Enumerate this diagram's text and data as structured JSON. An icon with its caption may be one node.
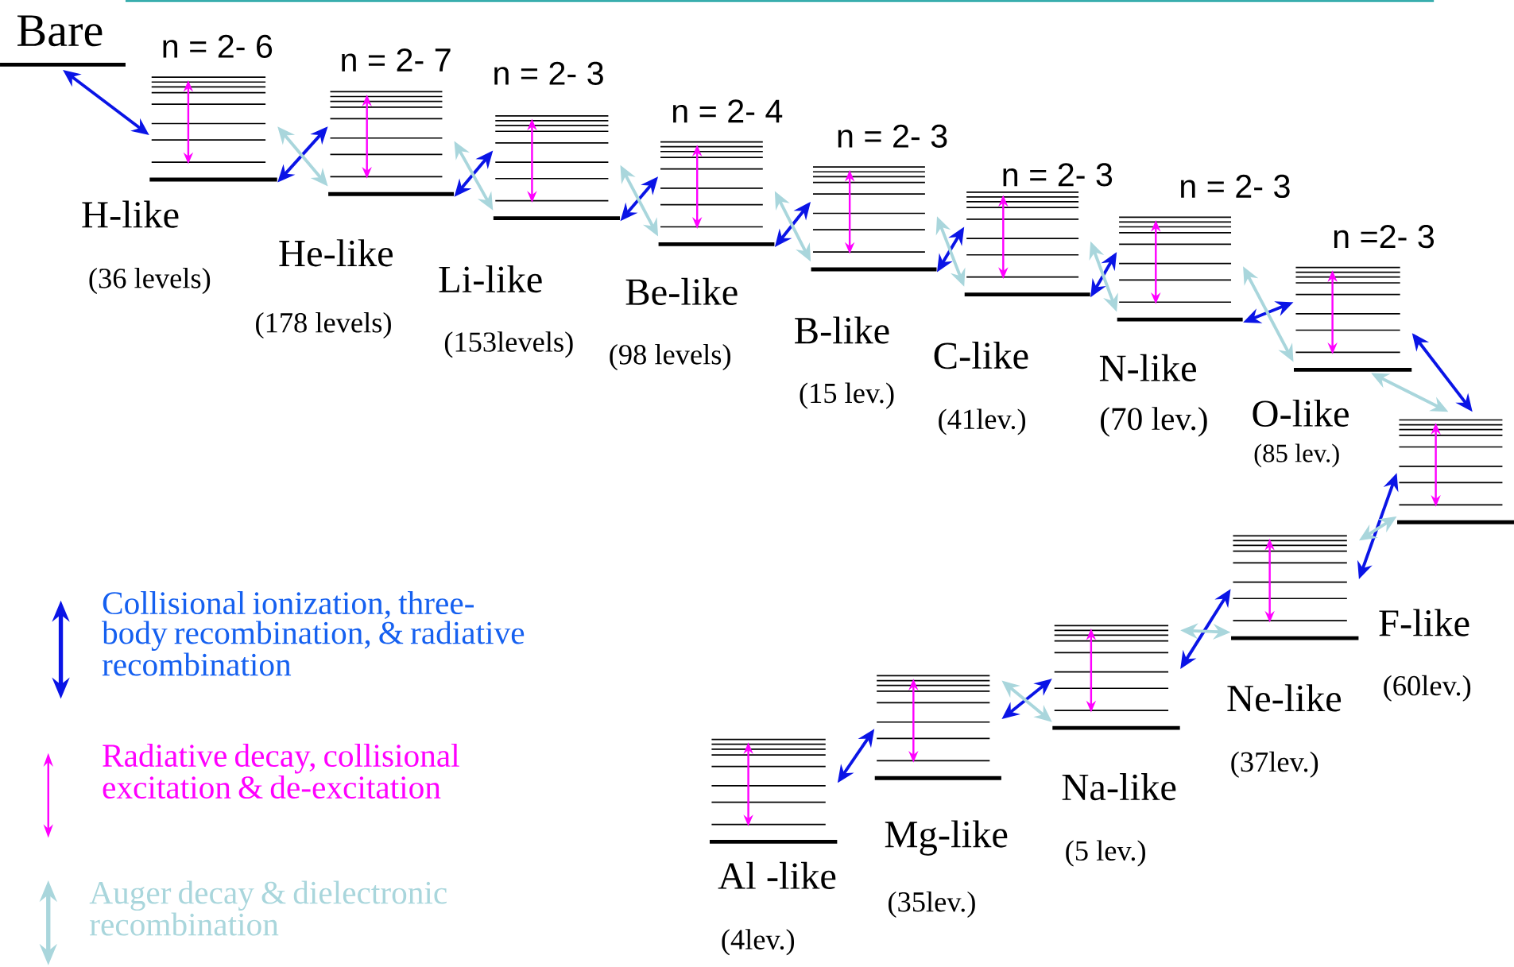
{
  "diagram": {
    "nodes": [
      {
        "text": [
          "Bare"
        ]
      },
      {
        "text": [
          "n = 2- 6",
          "H-like",
          "(36 levels)"
        ]
      },
      {
        "text": [
          "n = 2- 7",
          "He-like",
          "(178 levels)"
        ]
      },
      {
        "text": [
          "n = 2- 3",
          "Li-like",
          "(153levels)"
        ]
      },
      {
        "text": [
          "n = 2- 4",
          "Be-like",
          "(98 levels)"
        ]
      },
      {
        "text": [
          "n = 2- 3",
          "B-like",
          "(15 lev.)"
        ]
      },
      {
        "text": [
          "n = 2- 3",
          "C-like",
          "(41lev.)"
        ]
      },
      {
        "text": [
          "n = 2- 3",
          "N-like",
          "(70 lev.)"
        ]
      },
      {
        "text": [
          "n =2- 3",
          "O-like",
          "(85 lev.)"
        ]
      },
      {
        "text": [
          "F-like",
          "(60lev.)"
        ]
      },
      {
        "text": [
          "Ne-like",
          "(37lev.)"
        ]
      },
      {
        "text": [
          "Na-like",
          "(5 lev.)"
        ]
      },
      {
        "text": [
          "Mg-like",
          "(35lev.)"
        ]
      },
      {
        "text": [
          "Al -like",
          "(4lev.)"
        ]
      }
    ],
    "edges": [
      {
        "from": 0,
        "to": 1,
        "arrow": "both"
      },
      {
        "from": 1,
        "to": 2,
        "arrow": "both"
      },
      {
        "from": 1,
        "to": 2,
        "arrow": "both",
        "color": "#a9d6dc"
      },
      {
        "from": 2,
        "to": 3,
        "arrow": "both"
      },
      {
        "from": 2,
        "to": 3,
        "arrow": "both",
        "color": "#a9d6dc"
      },
      {
        "from": 3,
        "to": 4,
        "arrow": "both"
      },
      {
        "from": 3,
        "to": 4,
        "arrow": "both",
        "color": "#a9d6dc"
      },
      {
        "from": 4,
        "to": 5,
        "arrow": "both"
      },
      {
        "from": 4,
        "to": 5,
        "arrow": "both",
        "color": "#a9d6dc"
      },
      {
        "from": 5,
        "to": 6,
        "arrow": "both"
      },
      {
        "from": 5,
        "to": 6,
        "arrow": "both",
        "color": "#a9d6dc"
      },
      {
        "from": 6,
        "to": 7,
        "arrow": "both"
      },
      {
        "from": 6,
        "to": 7,
        "arrow": "both",
        "color": "#a9d6dc"
      },
      {
        "from": 7,
        "to": 8,
        "arrow": "both"
      },
      {
        "from": 7,
        "to": 8,
        "arrow": "both",
        "color": "#a9d6dc"
      },
      {
        "from": 8,
        "to": 9,
        "arrow": "both"
      },
      {
        "from": 8,
        "to": 9,
        "arrow": "both",
        "color": "#a9d6dc"
      },
      {
        "from": 9,
        "to": 10,
        "arrow": "both"
      },
      {
        "from": 9,
        "to": 10,
        "arrow": "both",
        "color": "#a9d6dc"
      },
      {
        "from": 10,
        "to": 11,
        "arrow": "both"
      },
      {
        "from": 10,
        "to": 11,
        "arrow": "both",
        "color": "#a9d6dc"
      },
      {
        "from": 11,
        "to": 12,
        "arrow": "both"
      },
      {
        "from": 11,
        "to": 12,
        "arrow": "both",
        "color": "#a9d6dc"
      },
      {
        "from": 12,
        "to": 13,
        "arrow": "both"
      }
    ],
    "legend": [
      {
        "text": "Collisional ionization, three-body recombination, & radiative recombination"
      },
      {
        "text": "Radiative decay, collisional excitation & de-excitation"
      },
      {
        "text": "Auger decay & dielectronic recombination"
      }
    ]
  }
}
